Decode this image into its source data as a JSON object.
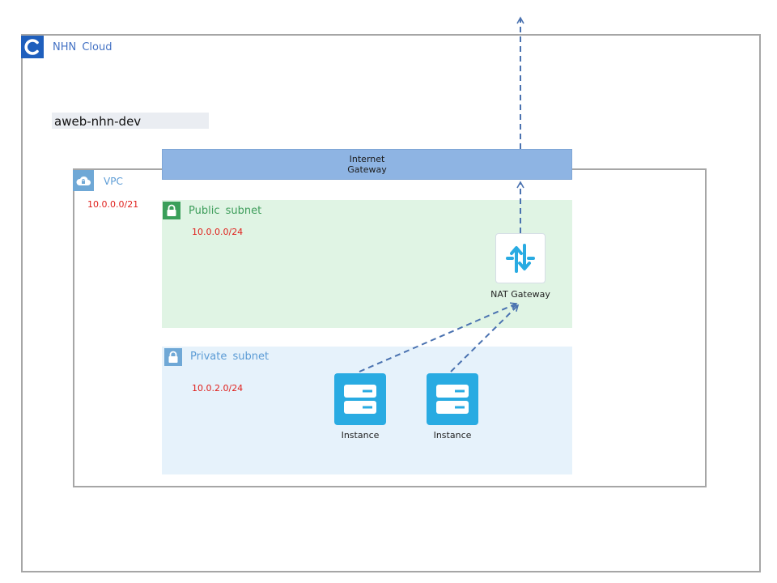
{
  "cloud": {
    "title": "NHN Cloud",
    "logo_text": "C"
  },
  "project": {
    "label": "aweb-nhn-dev"
  },
  "vpc": {
    "title": "VPC",
    "cidr": "10.0.0.0/21"
  },
  "internet_gateway": {
    "line1": "Internet",
    "line2": "Gateway"
  },
  "public_subnet": {
    "title": "Public subnet",
    "cidr": "10.0.0.0/24"
  },
  "private_subnet": {
    "title": "Private subnet",
    "cidr": "10.0.2.0/24"
  },
  "nat_gateway": {
    "label": "NAT Gateway"
  },
  "instances": [
    {
      "label": "Instance"
    },
    {
      "label": "Instance"
    }
  ],
  "colors": {
    "cloud_logo": "#1f5fbd",
    "internet_gateway": "#8eb4e3",
    "public_subnet_bg": "#e0f4e4",
    "private_subnet_bg": "#e6f2fb",
    "instance": "#29abe2",
    "cidr_text": "#e0201c",
    "arrow": "#4a72b0"
  }
}
